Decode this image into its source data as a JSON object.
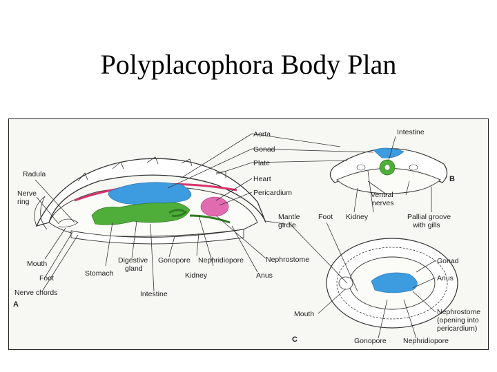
{
  "slide": {
    "title": "Polyplacophora Body Plan"
  },
  "figure": {
    "panels": [
      "A",
      "B",
      "C"
    ],
    "panel_a_labels": {
      "radula": "Radula",
      "nerve_ring": "Nerve\nring",
      "mouth": "Mouth",
      "foot": "Foot",
      "nerve_chords": "Nerve chords",
      "stomach": "Stomach",
      "digestive_gland": "Digestive\ngland",
      "gonopore": "Gonopore",
      "nephridiopore": "Nephridiopore",
      "kidney": "Kidney",
      "intestine": "Intestine",
      "anus": "Anus",
      "nephrostome": "Nephrostome",
      "mantle_girdle": "Mantle\ngirdle",
      "aorta": "Aorta",
      "gonad": "Gonad",
      "plate": "Plate",
      "heart": "Heart",
      "pericardium": "Pericardium"
    },
    "panel_b_labels": {
      "intestine": "Intestine",
      "foot": "Foot",
      "kidney": "Kidney",
      "ventral_nerves": "Ventral\nnerves",
      "pallial_groove": "Pallial groove\nwith gills"
    },
    "panel_c_labels": {
      "gonad": "Gonad",
      "anus": "Anus",
      "nephrostome": "Nephrostome\n(opening into\npericardium)",
      "mouth": "Mouth",
      "gonopore": "Gonopore",
      "nephridiopore": "Nephridiopore"
    },
    "colors": {
      "gonad": "#3d9be0",
      "gut": "#4fae3a",
      "heart": "#e26ab0",
      "aorta": "#d6336c",
      "outline": "#333333"
    }
  }
}
